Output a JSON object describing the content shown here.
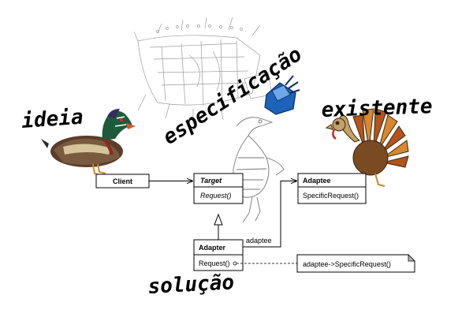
{
  "words": {
    "ideia": "ideia",
    "especificacao": "especificação",
    "existente": "existente",
    "solucao": "solução"
  },
  "uml": {
    "client": "Client",
    "target_title": "Target",
    "target_op": "Request()",
    "adaptee_title": "Adaptee",
    "adaptee_op": "SpecificRequest()",
    "adapter_title": "Adapter",
    "adapter_op": "Request()",
    "association_label": "adaptee",
    "note": "adaptee->SpecificRequest()"
  },
  "pictures": [
    "duck-illustration",
    "plane-blueprint-sketch",
    "bird-skeleton-sketch",
    "blue-adapter-icon",
    "cartoon-turkey"
  ]
}
